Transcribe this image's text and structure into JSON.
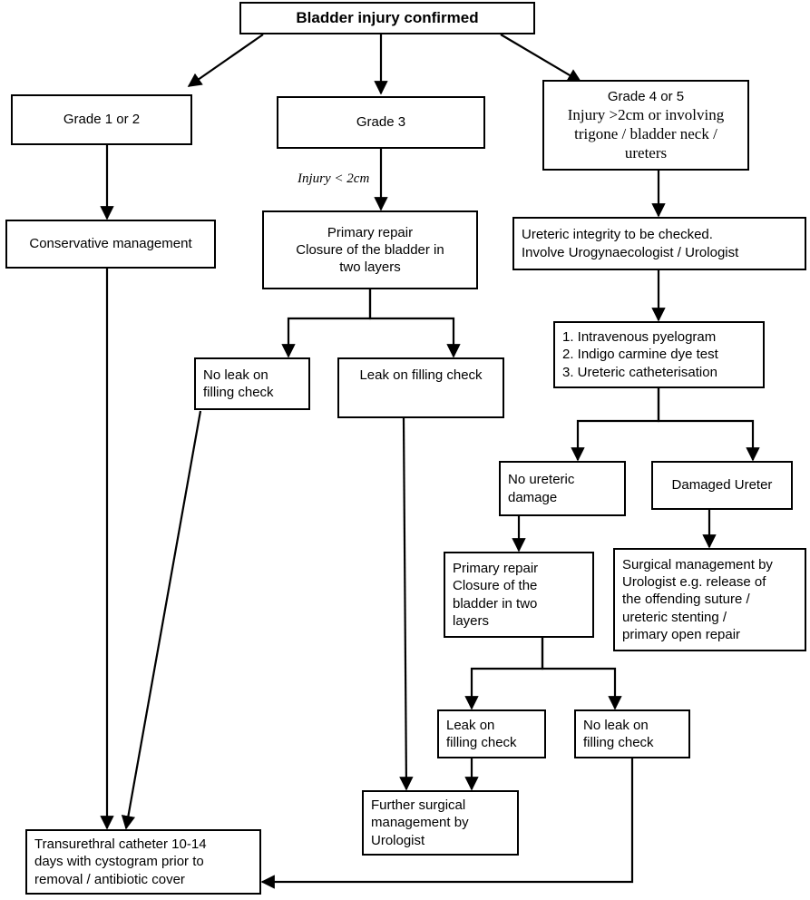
{
  "diagram": {
    "title": "Bladder injury management flowchart",
    "stroke_color": "#000000",
    "background_color": "#ffffff",
    "nodes": {
      "root": {
        "text": "Bladder injury confirmed"
      },
      "grade12": {
        "text": "Grade 1 or 2"
      },
      "grade3": {
        "text": "Grade 3"
      },
      "grade45_title": {
        "text": "Grade 4 or 5"
      },
      "grade45_body_l1": {
        "text": "Injury >2cm or involving"
      },
      "grade45_body_l2": {
        "text": "trigone / bladder neck /"
      },
      "grade45_body_l3": {
        "text": "ureters"
      },
      "conservative": {
        "text": "Conservative management"
      },
      "primary_repair_1_l1": {
        "text": "Primary repair"
      },
      "primary_repair_1_l2": {
        "text": "Closure of the bladder in"
      },
      "primary_repair_1_l3": {
        "text": "two layers"
      },
      "ureteric_integrity_l1": {
        "text": "Ureteric integrity to be checked."
      },
      "ureteric_integrity_l2": {
        "text": "Involve Urogynaecologist / Urologist"
      },
      "tests_l1": {
        "text": "1. Intravenous pyelogram"
      },
      "tests_l2": {
        "text": "2. Indigo carmine dye test"
      },
      "tests_l3": {
        "text": "3. Ureteric catheterisation"
      },
      "no_leak_1_l1": {
        "text": "No leak on"
      },
      "no_leak_1_l2": {
        "text": "filling check"
      },
      "leak_1": {
        "text": "Leak on filling check"
      },
      "no_ureteric_l1": {
        "text": "No ureteric"
      },
      "no_ureteric_l2": {
        "text": "damage"
      },
      "damaged_ureter": {
        "text": "Damaged Ureter"
      },
      "primary_repair_2_l1": {
        "text": "Primary repair"
      },
      "primary_repair_2_l2": {
        "text": "Closure of the"
      },
      "primary_repair_2_l3": {
        "text": "bladder in two"
      },
      "primary_repair_2_l4": {
        "text": "layers"
      },
      "surgical_mgmt_l1": {
        "text": "Surgical management by"
      },
      "surgical_mgmt_l2": {
        "text": "Urologist e.g. release of"
      },
      "surgical_mgmt_l3": {
        "text": "the offending suture /"
      },
      "surgical_mgmt_l4": {
        "text": "ureteric stenting /"
      },
      "surgical_mgmt_l5": {
        "text": "primary open repair"
      },
      "leak_2_l1": {
        "text": "Leak on"
      },
      "leak_2_l2": {
        "text": "filling check"
      },
      "no_leak_2_l1": {
        "text": "No leak on"
      },
      "no_leak_2_l2": {
        "text": "filling check"
      },
      "further_surgical_l1": {
        "text": "Further surgical"
      },
      "further_surgical_l2": {
        "text": "management by"
      },
      "further_surgical_l3": {
        "text": "Urologist"
      },
      "transurethral_l1": {
        "text": "Transurethral catheter 10-14"
      },
      "transurethral_l2": {
        "text": "days with cystogram prior to"
      },
      "transurethral_l3": {
        "text": "removal / antibiotic cover"
      }
    },
    "edge_labels": {
      "injury_lt_2cm": {
        "text": "Injury < 2cm"
      }
    }
  }
}
